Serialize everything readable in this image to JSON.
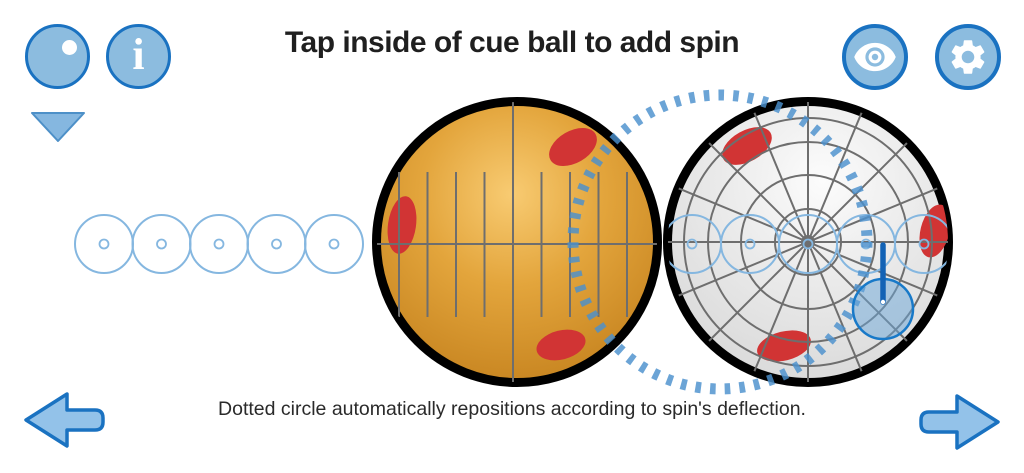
{
  "header": {
    "title": "Tap inside of cue ball to add spin",
    "left_buttons": [
      {
        "id": "cue-ball-button",
        "icon": "cue-ball-icon"
      },
      {
        "id": "info-button",
        "icon": "info-icon",
        "glyph": "i"
      }
    ],
    "right_buttons": [
      {
        "id": "visibility-button",
        "icon": "eye-icon"
      },
      {
        "id": "settings-button",
        "icon": "gear-icon"
      }
    ],
    "dropdown_indicator_icon": "triangle-down-icon"
  },
  "scene": {
    "cue_ball": "cue-ball-3d-view",
    "spin_target": "spin-selector-ball",
    "indicator": "spin-indicator",
    "dotted_circle": "deflection-dotted-circle"
  },
  "footer": {
    "caption": "Dotted circle automatically repositions according to spin's deflection.",
    "prev_icon": "left-arrow-icon",
    "next_icon": "right-arrow-icon"
  },
  "colors": {
    "accent": "#1a72c1",
    "button_fill": "#8cbcdf",
    "blue_light": "#85b7e0",
    "arrow_fill": "#93c2e9",
    "dash": "#4a90cd",
    "rod": "#1262b5",
    "indicator_border": "#1879c8",
    "indicator_fill": "#6aa6d8",
    "red_spot": "#d13434",
    "grid": "#6e6e6e",
    "ball_orange": "#d89a30",
    "title_text": "#1f1f1f"
  }
}
